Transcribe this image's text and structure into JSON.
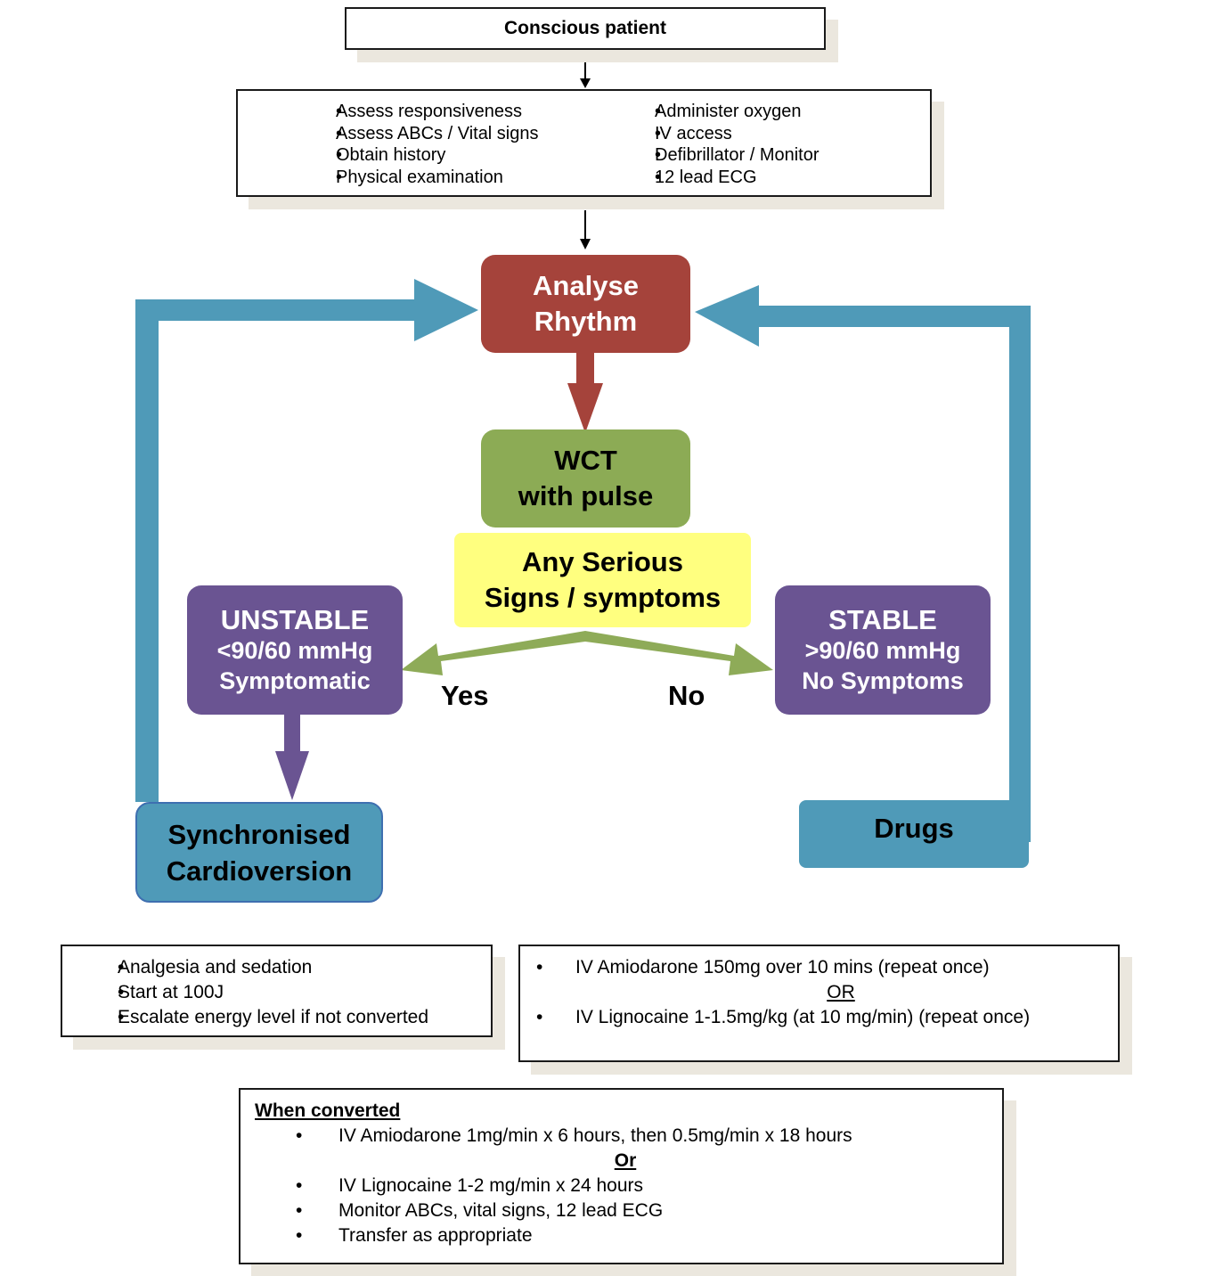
{
  "top_box": {
    "title": "Conscious patient"
  },
  "assess_box": {
    "left_items": [
      "Assess responsiveness",
      "Assess ABCs / Vital signs",
      "Obtain history",
      "Physical examination"
    ],
    "right_items": [
      "Administer oxygen",
      "IV access",
      "Defibrillator / Monitor",
      "12 lead ECG"
    ]
  },
  "nodes": {
    "analyse": {
      "line1": "Analyse",
      "line2": "Rhythm"
    },
    "wct": {
      "line1": "WCT",
      "line2": "with pulse"
    },
    "serious": {
      "line1": "Any Serious",
      "line2": "Signs / symptoms"
    },
    "unstable": {
      "line1": "UNSTABLE",
      "line2": "<90/60 mmHg",
      "line3": "Symptomatic"
    },
    "stable": {
      "line1": "STABLE",
      "line2": ">90/60 mmHg",
      "line3": "No Symptoms"
    },
    "cardioversion": {
      "line1": "Synchronised",
      "line2": "Cardioversion"
    },
    "drugs": {
      "label": "Drugs"
    }
  },
  "branch_labels": {
    "yes": "Yes",
    "no": "No"
  },
  "cardioversion_box": {
    "items": [
      "Analgesia and sedation",
      "Start at 100J",
      "Escalate energy level if not converted"
    ]
  },
  "drugs_box": {
    "item1": "IV Amiodarone 150mg over 10 mins (repeat once)",
    "or": "OR",
    "item2": "IV Lignocaine 1-1.5mg/kg (at 10 mg/min) (repeat once)"
  },
  "converted_box": {
    "heading": "When converted",
    "item1": "IV Amiodarone 1mg/min x 6 hours, then 0.5mg/min x 18 hours",
    "or": "Or",
    "items": [
      "IV Lignocaine 1-2 mg/min x 24 hours",
      "Monitor ABCs, vital signs, 12 lead ECG",
      "Transfer as appropriate"
    ]
  },
  "colors": {
    "analyse": "#a5433b",
    "wct": "#8cab55",
    "serious": "#ffff7f",
    "purple": "#6a5492",
    "blue": "#4f9ab8",
    "green_arrow": "#8eab58"
  }
}
